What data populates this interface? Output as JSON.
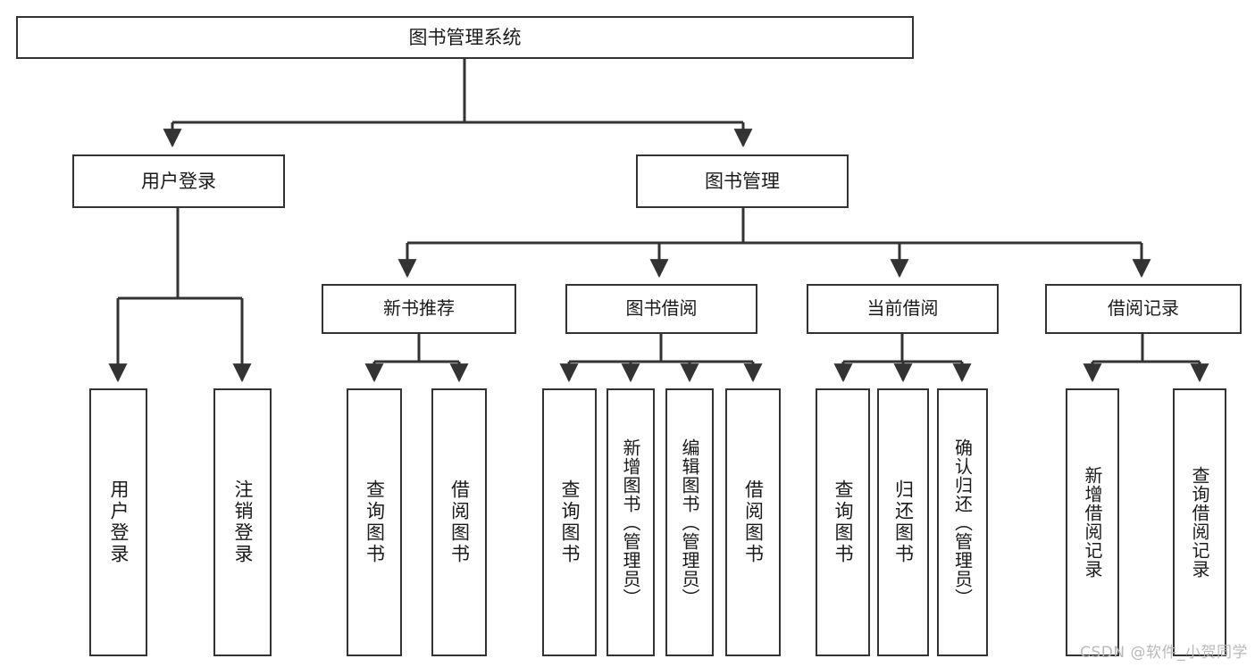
{
  "diagram": {
    "type": "tree-hierarchy-chart",
    "title": "图书管理系统",
    "background_color": "#ffffff",
    "border_color": "#333333",
    "text_color": "#1a1a1a",
    "root": {
      "label": "图书管理系统"
    },
    "level1": [
      {
        "label": "用户登录"
      },
      {
        "label": "图书管理"
      }
    ],
    "level2": [
      {
        "label": "新书推荐"
      },
      {
        "label": "图书借阅"
      },
      {
        "label": "当前借阅"
      },
      {
        "label": "借阅记录"
      }
    ],
    "leaves": [
      {
        "label": "用户登录",
        "parent": "用户登录"
      },
      {
        "label": "注销登录",
        "parent": "用户登录"
      },
      {
        "label": "查询图书",
        "parent": "新书推荐"
      },
      {
        "label": "借阅图书",
        "parent": "新书推荐"
      },
      {
        "label": "查询图书",
        "parent": "图书借阅"
      },
      {
        "label": "新增图书（管理员）",
        "parent": "图书借阅"
      },
      {
        "label": "编辑图书（管理员）",
        "parent": "图书借阅"
      },
      {
        "label": "借阅图书",
        "parent": "图书借阅"
      },
      {
        "label": "查询图书",
        "parent": "当前借阅"
      },
      {
        "label": "归还图书",
        "parent": "当前借阅"
      },
      {
        "label": "确认归还（管理员）",
        "parent": "当前借阅"
      },
      {
        "label": "新增借阅记录",
        "parent": "借阅记录"
      },
      {
        "label": "查询借阅记录",
        "parent": "借阅记录"
      }
    ]
  },
  "watermark": {
    "text": "CSDN @软件_小贺同学"
  }
}
